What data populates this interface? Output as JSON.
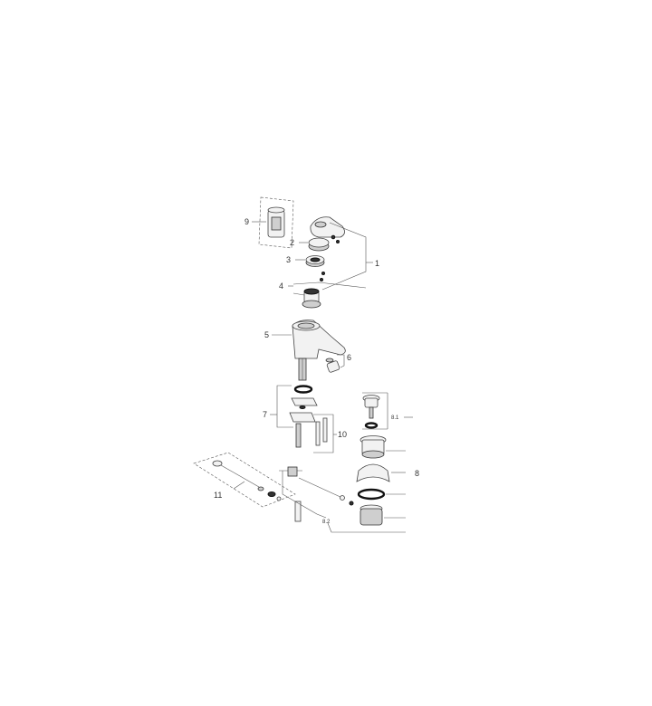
{
  "labels": {
    "p1": "1",
    "p2": "2",
    "p3": "3",
    "p4": "4",
    "p5": "5",
    "p6": "6",
    "p7": "7",
    "p8": "8",
    "p8_1": "8.1",
    "p8_2": "8.2",
    "p9": "9",
    "p10": "10",
    "p11": "11"
  }
}
